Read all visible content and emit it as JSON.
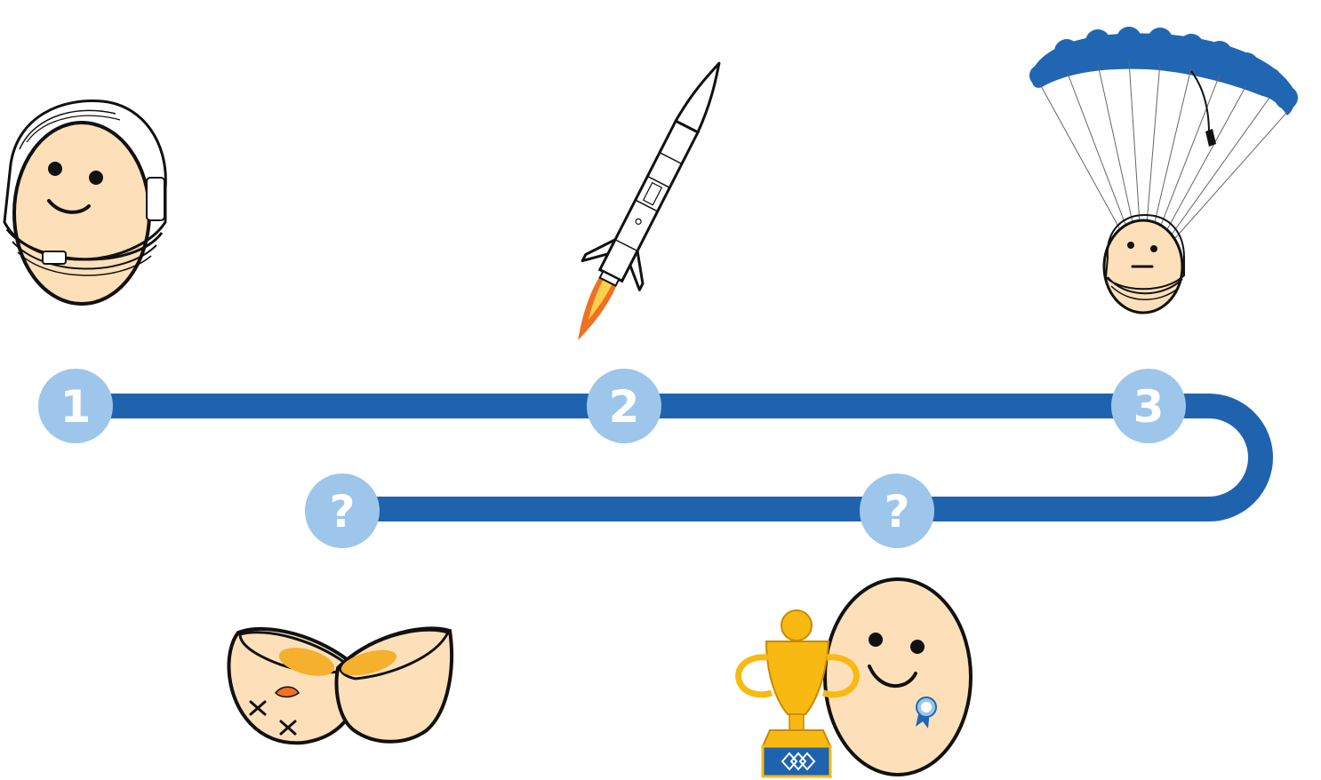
{
  "colors": {
    "track": "#1f63ae",
    "node": "#9dc6ea",
    "node_text": "#ffffff",
    "egg_skin": "#fde0b9",
    "outline": "#111111",
    "parachute": "#2066b3",
    "trophy": "#f8b912",
    "trophy_base": "#1f63ae",
    "yolk": "#f5b02e",
    "flame": "#f07024"
  },
  "timeline": {
    "nodes": [
      {
        "label": "1"
      },
      {
        "label": "2"
      },
      {
        "label": "3"
      },
      {
        "label": "?"
      },
      {
        "label": "?"
      }
    ]
  },
  "illustrations": [
    {
      "name": "astronaut-egg-icon"
    },
    {
      "name": "rocket-icon"
    },
    {
      "name": "parachute-egg-icon"
    },
    {
      "name": "broken-egg-icon"
    },
    {
      "name": "trophy-egg-icon"
    }
  ]
}
